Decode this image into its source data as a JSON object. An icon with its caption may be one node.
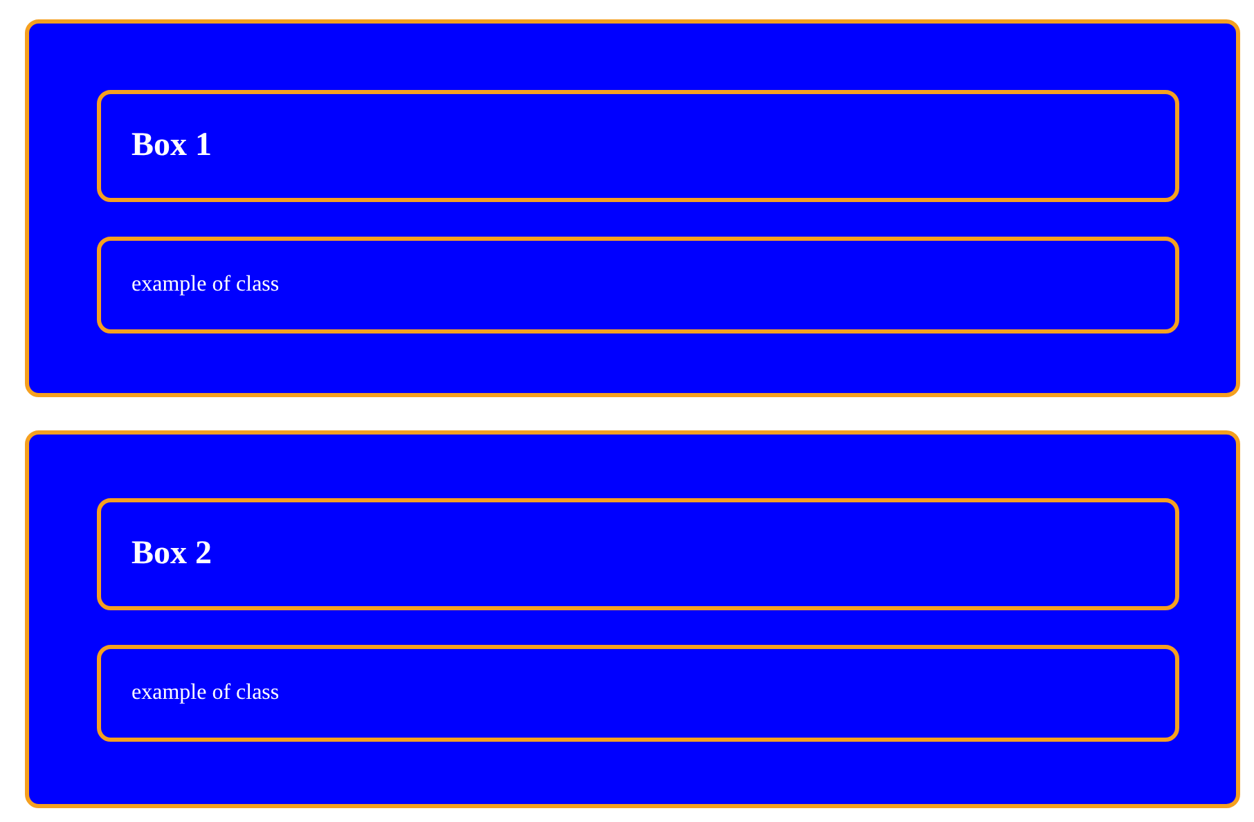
{
  "diagram": {
    "nodes": [
      {
        "text": [],
        "shape": "box"
      },
      {
        "text": [
          "Box 1"
        ],
        "in": 0
      },
      {
        "text": [
          "example of class"
        ],
        "in": 0
      },
      {
        "text": [],
        "shape": "box"
      },
      {
        "text": [
          "Box 2"
        ],
        "in": 3
      },
      {
        "text": [
          "example of class"
        ],
        "in": 3
      }
    ]
  }
}
